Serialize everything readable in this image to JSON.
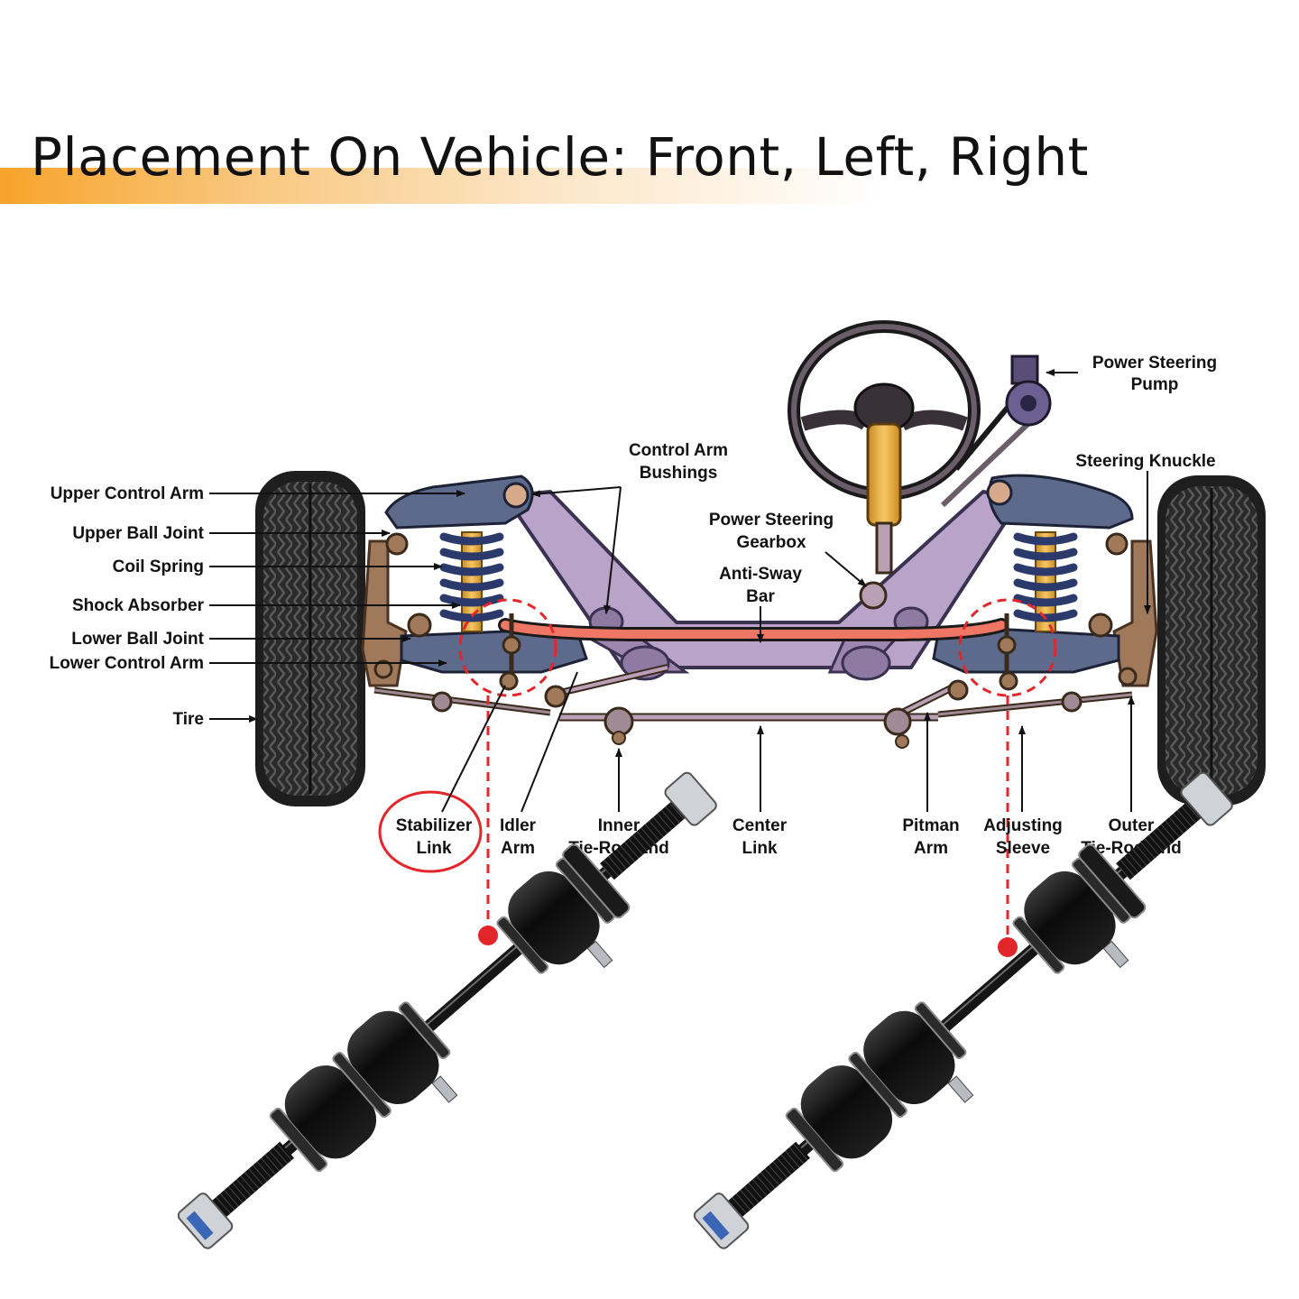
{
  "heading": "Placement On Vehicle: Front, Left, Right",
  "labels": {
    "upper_control_arm": "Upper Control Arm",
    "upper_ball_joint": "Upper Ball Joint",
    "coil_spring": "Coil Spring",
    "shock_absorber": "Shock Absorber",
    "lower_ball_joint": "Lower Ball Joint",
    "lower_control_arm": "Lower Control Arm",
    "tire": "Tire",
    "control_arm_bushings": [
      "Control Arm",
      "Bushings"
    ],
    "power_steering_gearbox": [
      "Power Steering",
      "Gearbox"
    ],
    "anti_sway_bar": [
      "Anti-Sway",
      "Bar"
    ],
    "power_steering_pump": [
      "Power Steering",
      "Pump"
    ],
    "steering_knuckle": "Steering Knuckle",
    "stabilizer_link": [
      "Stabilizer",
      "Link"
    ],
    "idler_arm": [
      "Idler",
      "Arm"
    ],
    "inner_tie_rod_end": [
      "Inner",
      "Tie-Rod End"
    ],
    "center_link": [
      "Center",
      "Link"
    ],
    "pitman_arm": [
      "Pitman",
      "Arm"
    ],
    "adjusting_sleeve": [
      "Adjusting",
      "Sleeve"
    ],
    "outer_tie_rod_end": [
      "Outer",
      "Tie-Rod End"
    ]
  },
  "colors": {
    "highlight": "#e3262b",
    "frame": "#b9a3c9",
    "control_arm": "#5d6a8c",
    "spring": "#2b3a6b",
    "shock": "#e9a93b",
    "sway_bar": "#ef7565",
    "tire": "#2a2a2a",
    "link_body": "#141414",
    "heading_accent": "#f7a32a"
  }
}
